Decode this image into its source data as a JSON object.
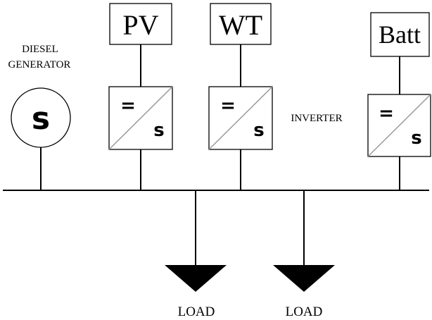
{
  "diesel_generator": {
    "label_line1": "DIESEL",
    "label_line2": "GENERATOR",
    "symbol": "s"
  },
  "pv": {
    "label": "PV"
  },
  "wt": {
    "label": "WT"
  },
  "battery": {
    "label": "Batt"
  },
  "inverter": {
    "label": "INVERTER",
    "dc_symbol": "=",
    "ac_symbol": "s"
  },
  "loads": [
    {
      "label": "LOAD"
    },
    {
      "label": "LOAD"
    }
  ]
}
